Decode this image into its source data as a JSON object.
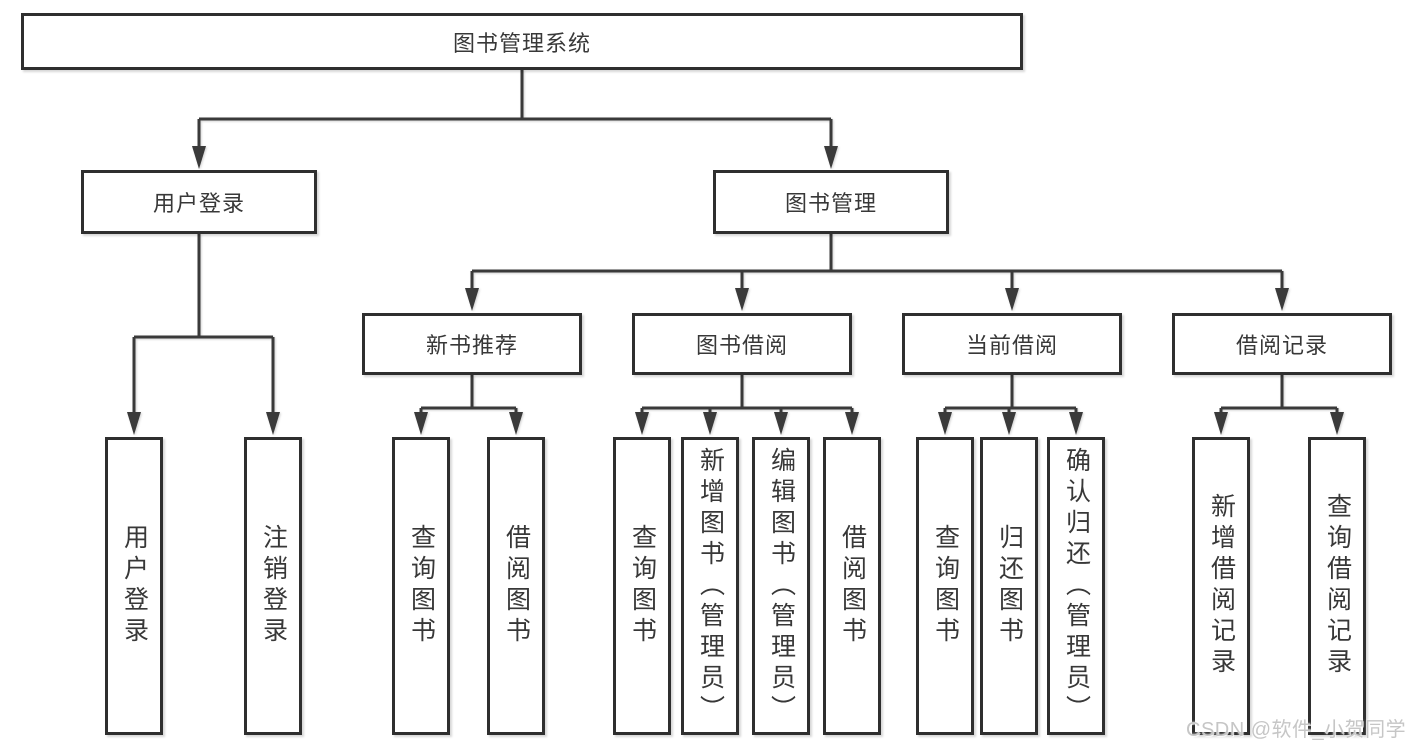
{
  "tree": {
    "label": "图书管理系统",
    "children": [
      {
        "label": "用户登录",
        "children": [
          {
            "label": "用户登录"
          },
          {
            "label": "注销登录"
          }
        ]
      },
      {
        "label": "图书管理",
        "children": [
          {
            "label": "新书推荐",
            "children": [
              {
                "label": "查询图书"
              },
              {
                "label": "借阅图书"
              }
            ]
          },
          {
            "label": "图书借阅",
            "children": [
              {
                "label": "查询图书"
              },
              {
                "label": "新增图书（管理员）"
              },
              {
                "label": "编辑图书（管理员）"
              },
              {
                "label": "借阅图书"
              }
            ]
          },
          {
            "label": "当前借阅",
            "children": [
              {
                "label": "查询图书"
              },
              {
                "label": "归还图书"
              },
              {
                "label": "确认归还（管理员）"
              }
            ]
          },
          {
            "label": "借阅记录",
            "children": [
              {
                "label": "新增借阅记录"
              },
              {
                "label": "查询借阅记录"
              }
            ]
          }
        ]
      }
    ]
  },
  "watermark": "CSDN @软件_小贺同学",
  "colors": {
    "line": "#3a3a3a",
    "border": "#2f2f2f",
    "text": "#383838",
    "background": "#ffffff",
    "watermark": "#c6c6c6"
  }
}
